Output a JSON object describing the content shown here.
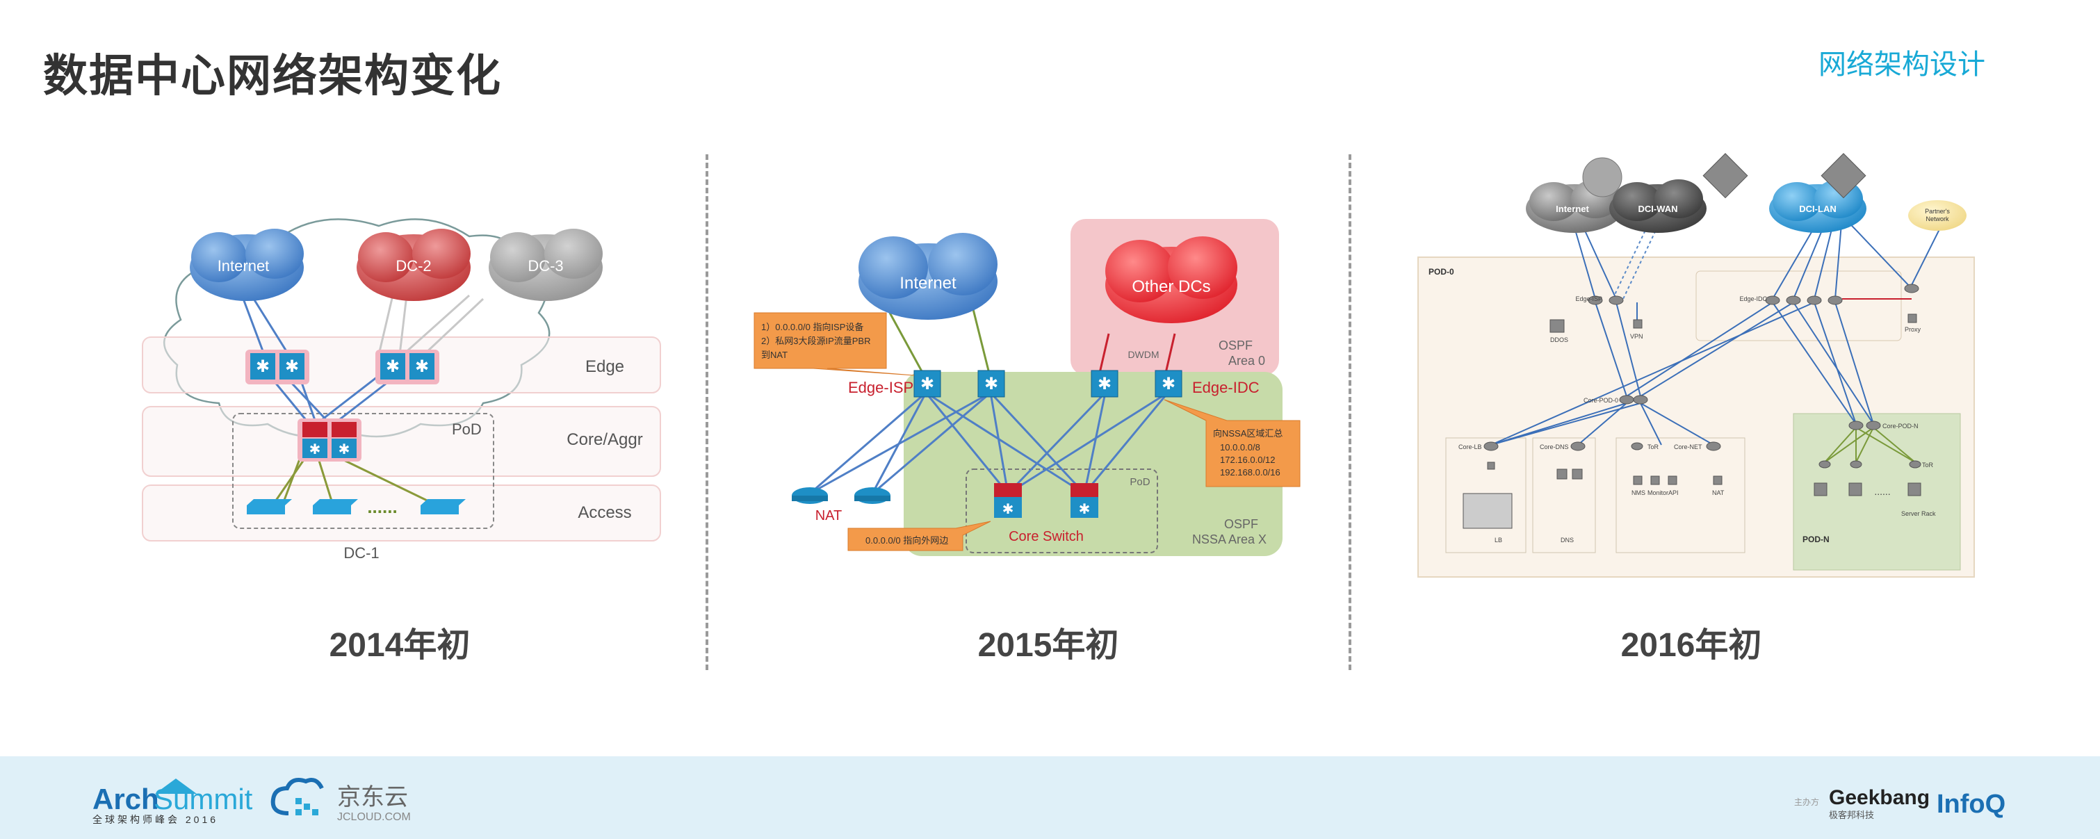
{
  "page": {
    "title": "数据中心网络架构变化",
    "section_label": "网络架构设计"
  },
  "panels": [
    {
      "year": "2014年初",
      "clouds": [
        "Internet",
        "DC-2",
        "DC-3"
      ],
      "layers": [
        "Edge",
        "Core/Aggr",
        "Access"
      ],
      "pod_label": "PoD",
      "dc_label": "DC-1",
      "dots": "......"
    },
    {
      "year": "2015年初",
      "internet": "Internet",
      "other_dcs": "Other DCs",
      "ospf_area0_line1": "OSPF",
      "ospf_area0_line2": "Area 0",
      "dwdm": "DWDM",
      "edge_isp": "Edge-ISP",
      "edge_idc": "Edge-IDC",
      "nat": "NAT",
      "pod": "PoD",
      "core_switch": "Core Switch",
      "ospf_nssa_line1": "OSPF",
      "ospf_nssa_line2": "NSSA Area X",
      "callout_isp_line1": "1）0.0.0.0/0 指向ISP设备",
      "callout_isp_line2": "2）私网3大段源IP流量PBR",
      "callout_isp_line3": "到NAT",
      "callout_nssa_title": "向NSSA区域汇总",
      "callout_nssa_items": [
        "10.0.0.0/8",
        "172.16.0.0/12",
        "192.168.0.0/16"
      ],
      "callout_default": "0.0.0.0/0 指向外网边"
    },
    {
      "year": "2016年初",
      "internet": "Internet",
      "dci_wan": "DCI-WAN",
      "dci_lan": "DCI-LAN",
      "partner_line1": "Partner's",
      "partner_line2": "Network",
      "pod0": "POD-0",
      "podn": "POD-N",
      "edge_isp": "Edge-ISP",
      "edge_idc": "Edge-IDC",
      "ddos": "DDOS",
      "vpn": "VPN",
      "proxy": "Proxy",
      "core_pod0": "Core-POD-0",
      "core_podn": "Core-POD-N",
      "core_lb": "Core-LB",
      "core_dns": "Core-DNS",
      "tor": "ToR",
      "core_net": "Core-NET",
      "lb": "LB",
      "dns": "DNS",
      "nms": "NMS",
      "monitor": "Monitor",
      "api": "API",
      "nat": "NAT",
      "tor_n": "ToR",
      "server_rack": "Server Rack",
      "dots": "......"
    }
  ],
  "footer": {
    "arch_brand_1": "Arch",
    "arch_brand_2": "Summit",
    "arch_sub": "全球架构师峰会 2016",
    "jd_name": "京东云",
    "jd_domain": "JCLOUD.COM",
    "host_label": "主办方",
    "geekbang": "Geekbang",
    "geekbang_sub": "极客邦科技",
    "infoq": "InfoQ"
  },
  "colors": {
    "title": "#333333",
    "section": "#18a9d6",
    "footer_bg": "#dff0f8",
    "switch_blue": "#1e8fc6",
    "edge_red": "#c8202e",
    "callout_orange": "#f39a4a"
  }
}
